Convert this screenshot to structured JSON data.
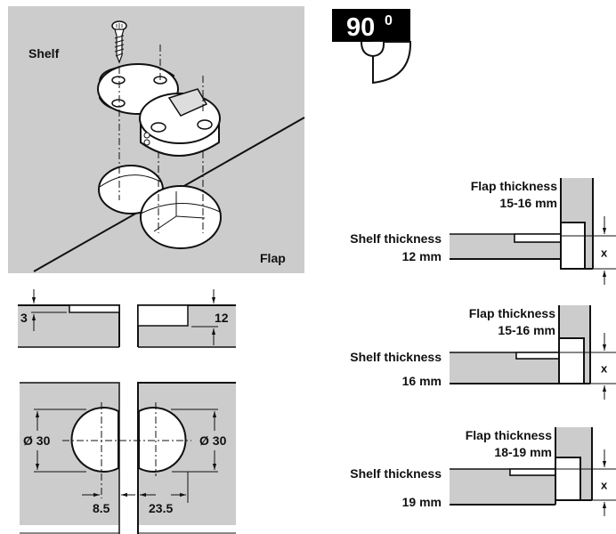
{
  "colors": {
    "panel_grey": "#cccccc",
    "ink": "#111111",
    "badge_bg": "#000000",
    "badge_text": "#ffffff",
    "hole_white": "#ffffff"
  },
  "isometric": {
    "shelf_label": "Shelf",
    "flap_label": "Flap"
  },
  "angle_badge": {
    "value": "90",
    "unit": "0",
    "icon": "opening-angle-quarter-circle-icon"
  },
  "profiles": {
    "left_depth_value": "3",
    "right_depth_value": "12"
  },
  "drilling": {
    "left_diameter": "Ø 30",
    "right_diameter": "Ø 30",
    "left_offset": "8.5",
    "right_offset": "23.5"
  },
  "sections": [
    {
      "flap_label": "Flap thickness",
      "flap_value": "15-16 mm",
      "shelf_label": "Shelf thickness",
      "shelf_value": "12 mm",
      "dim_label": "x"
    },
    {
      "flap_label": "Flap thickness",
      "flap_value": "15-16 mm",
      "shelf_label": "Shelf thickness",
      "shelf_value": "16 mm",
      "dim_label": "x"
    },
    {
      "flap_label": "Flap thickness",
      "flap_value": "18-19 mm",
      "shelf_label": "Shelf thickness",
      "shelf_value": "19 mm",
      "dim_label": "x"
    }
  ]
}
